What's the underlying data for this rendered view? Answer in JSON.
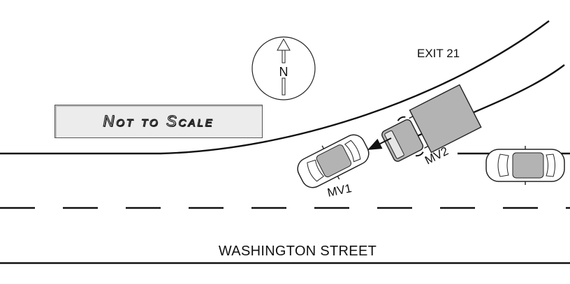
{
  "diagram": {
    "street_name": "WASHINGTON STREET",
    "ramp_label": "EXIT 21",
    "scale_note": "Not to Scale",
    "north_label": "N",
    "vehicles": [
      {
        "id": "mv1",
        "label": "MV1"
      },
      {
        "id": "mv2",
        "label": "MV2"
      },
      {
        "id": "mv3",
        "label": ""
      }
    ],
    "colors": {
      "line": "#111111",
      "vehicle_fill": "#b3b3b3",
      "background": "#ffffff"
    }
  }
}
